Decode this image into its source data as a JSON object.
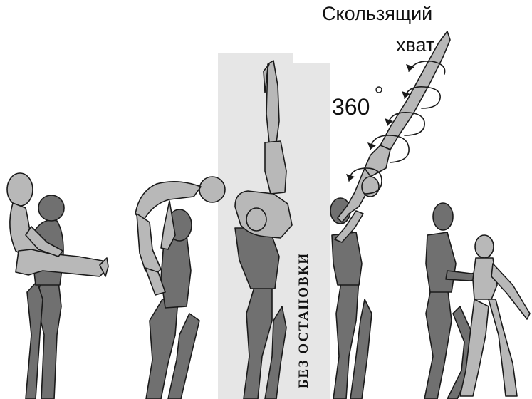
{
  "labels": {
    "slide_grip_line1": "Скользящий",
    "slide_grip_line2": "хват",
    "rotation": "360",
    "no_stop": "БЕЗ   ОСТАНОВКИ"
  },
  "colors": {
    "background": "#ffffff",
    "panel": "#e6e6e6",
    "man_fill": "#707070",
    "woman_fill": "#b8b8b8",
    "outline": "#1a1a1a"
  },
  "sequence": [
    "figure-pair-1",
    "figure-pair-2",
    "figure-pair-3",
    "figure-pair-4",
    "figure-pair-5"
  ]
}
